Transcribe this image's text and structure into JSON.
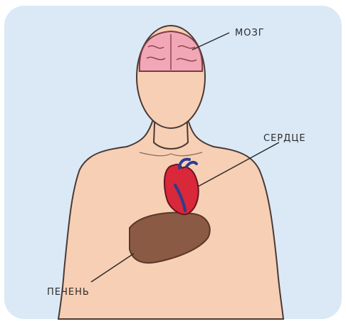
{
  "diagram": {
    "labels": {
      "brain": "МОЗГ",
      "heart": "СЕРДЦЕ",
      "liver": "ПЕЧЕНЬ"
    },
    "colors": {
      "panel": "#dbe9f6",
      "skin": "#f7cfb4",
      "skin_outline": "#4a3a35",
      "brain": "#f2a7b6",
      "heart": "#d8283a",
      "heart_dark": "#2c3d8f",
      "liver": "#8b5a45"
    }
  }
}
